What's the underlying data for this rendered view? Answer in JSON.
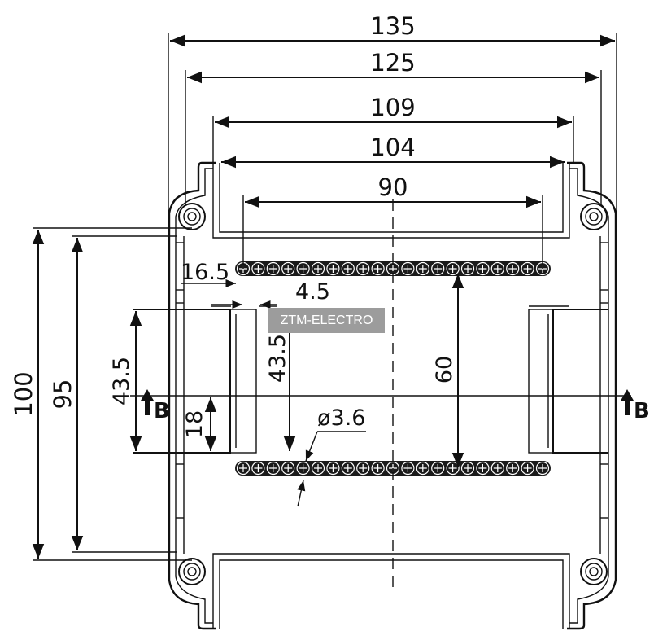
{
  "dimensions": {
    "overall_width": "135",
    "width_125": "125",
    "width_109": "109",
    "width_104": "104",
    "width_90": "90",
    "height_100": "100",
    "height_95": "95",
    "height_43_5_left": "43.5",
    "height_43_5_inner": "43.5",
    "height_18": "18",
    "height_60": "60",
    "offset_16_5": "16.5",
    "offset_4_5": "4.5",
    "hole_diameter": "ø3.6"
  },
  "section_marks": {
    "left": "B",
    "right": "B"
  },
  "watermark": "ZTM-ELECTRO",
  "terminals": {
    "top_row_count": 21,
    "bottom_row_count": 21
  }
}
